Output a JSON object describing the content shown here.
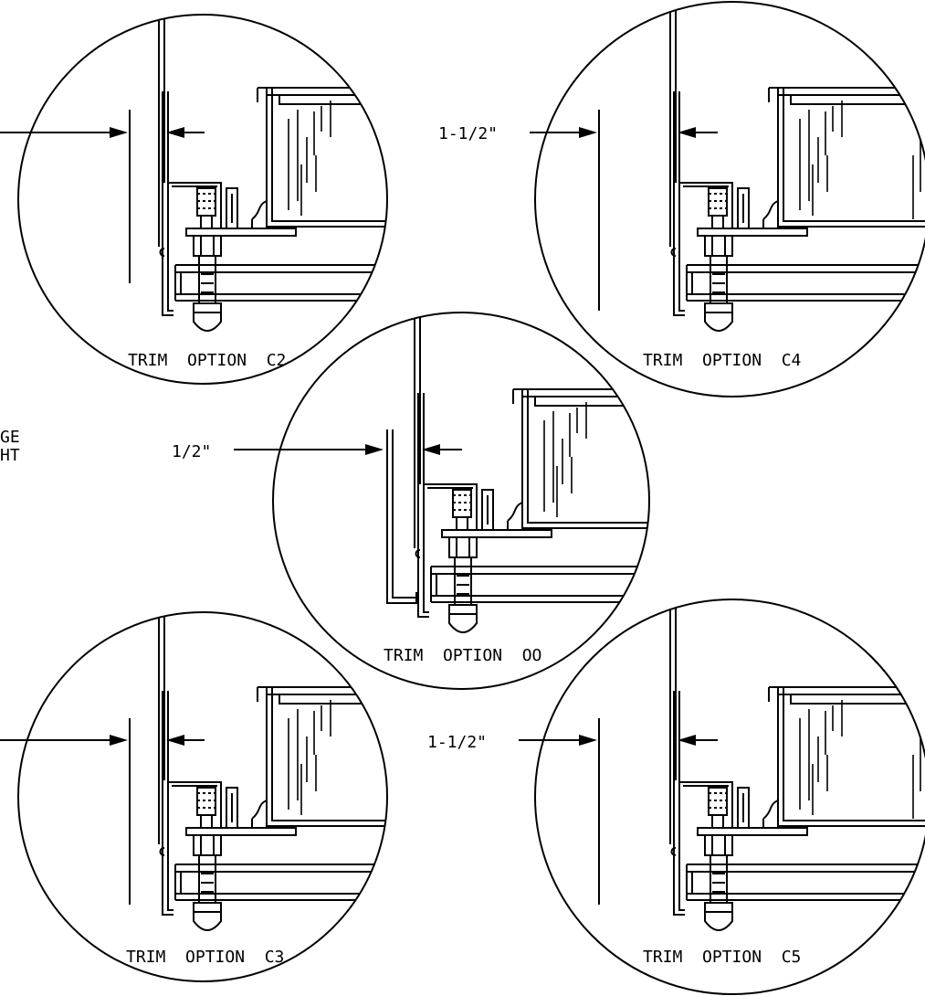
{
  "left_note": {
    "line1": "GE",
    "line2": "HT"
  },
  "details": [
    {
      "id": "c2",
      "label": "TRIM  OPTION  C2",
      "dimension": ""
    },
    {
      "id": "c4",
      "label": "TRIM  OPTION  C4",
      "dimension": "1-1/2\""
    },
    {
      "id": "oo",
      "label": "TRIM  OPTION  OO",
      "dimension": "1/2\""
    },
    {
      "id": "c3",
      "label": "TRIM  OPTION  C3",
      "dimension": ""
    },
    {
      "id": "c5",
      "label": "TRIM  OPTION  C5",
      "dimension": "1-1/2\""
    }
  ],
  "colors": {
    "line": "#000000",
    "background": "#ffffff"
  }
}
